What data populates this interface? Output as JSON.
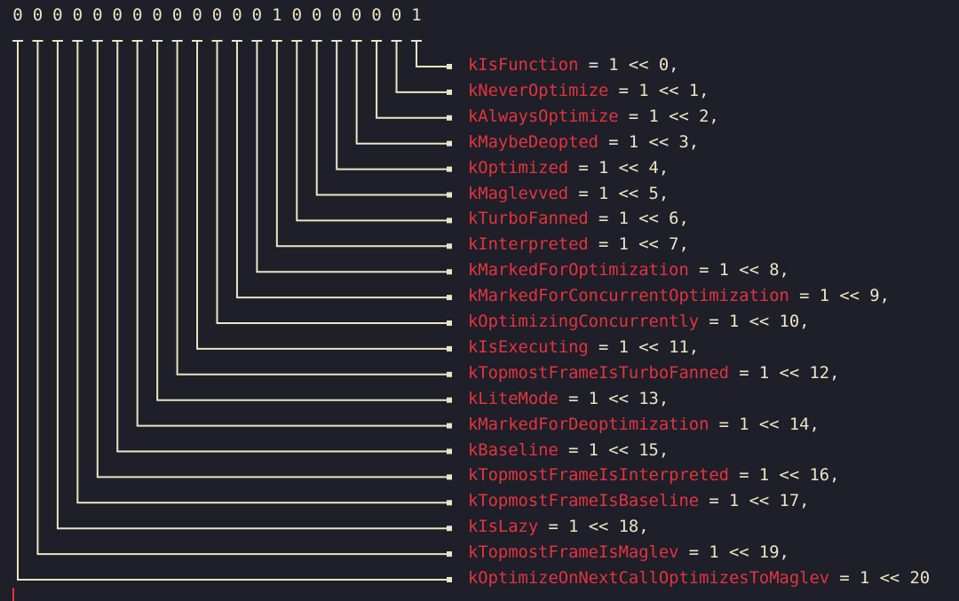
{
  "bits": [
    0,
    0,
    0,
    0,
    0,
    0,
    0,
    0,
    0,
    0,
    0,
    0,
    0,
    1,
    0,
    0,
    0,
    0,
    0,
    0,
    1
  ],
  "colors": {
    "background": "#1e1f28",
    "line": "#ece4c4",
    "flag_name": "#e3343f",
    "text": "#ece4c4"
  },
  "flags": [
    {
      "name": "kIsFunction",
      "rest": " = 1 << 0,"
    },
    {
      "name": "kNeverOptimize",
      "rest": " = 1 << 1,"
    },
    {
      "name": "kAlwaysOptimize",
      "rest": " = 1 << 2,"
    },
    {
      "name": "kMaybeDeopted",
      "rest": " = 1 << 3,"
    },
    {
      "name": "kOptimized",
      "rest": " = 1 << 4,"
    },
    {
      "name": "kMaglevved",
      "rest": " = 1 << 5,"
    },
    {
      "name": "kTurboFanned",
      "rest": " = 1 << 6,"
    },
    {
      "name": "kInterpreted",
      "rest": " = 1 << 7,"
    },
    {
      "name": "kMarkedForOptimization",
      "rest": " = 1 << 8,"
    },
    {
      "name": "kMarkedForConcurrentOptimization",
      "rest": " = 1 << 9,"
    },
    {
      "name": "kOptimizingConcurrently",
      "rest": " = 1 << 10,"
    },
    {
      "name": "kIsExecuting",
      "rest": " = 1 << 11,"
    },
    {
      "name": "kTopmostFrameIsTurboFanned",
      "rest": " = 1 << 12,"
    },
    {
      "name": "kLiteMode",
      "rest": " = 1 << 13,"
    },
    {
      "name": "kMarkedForDeoptimization",
      "rest": " = 1 << 14,"
    },
    {
      "name": "kBaseline",
      "rest": " = 1 << 15,"
    },
    {
      "name": "kTopmostFrameIsInterpreted",
      "rest": " = 1 << 16,"
    },
    {
      "name": "kTopmostFrameIsBaseline",
      "rest": " = 1 << 17,"
    },
    {
      "name": "kIsLazy",
      "rest": " = 1 << 18,"
    },
    {
      "name": "kTopmostFrameIsMaglev",
      "rest": " = 1 << 19,"
    },
    {
      "name": "kOptimizeOnNextCallOptimizesToMaglev",
      "rest": " = 1 << 20"
    }
  ]
}
